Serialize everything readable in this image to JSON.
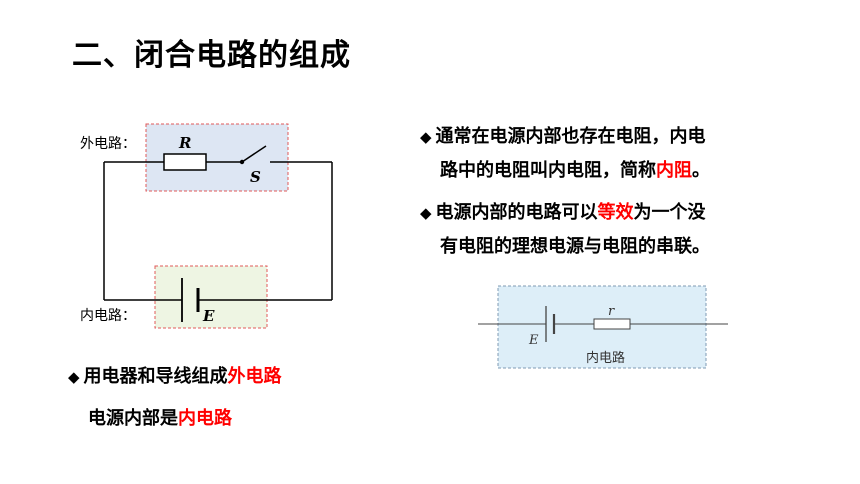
{
  "title": "二、闭合电路的组成",
  "circuit1": {
    "outer_label": "外电路：",
    "inner_label": "内电路：",
    "resistor": "R",
    "switch": "S",
    "emf": "E"
  },
  "circuit2": {
    "emf": "E",
    "resistor": "r",
    "caption": "内电路"
  },
  "bullet_marker": "◆",
  "left_bullets": {
    "b1_text": "用电器和导线组成",
    "b1_red": "外电路",
    "b2_text": "电源内部是",
    "b2_red": "内电路"
  },
  "right_bullets": {
    "p1_line1": "通常在电源内部也存在电阻，内电",
    "p1_line2": "路中的电阻叫内电阻，简称",
    "p1_red": "内阻",
    "p1_end": "。",
    "p2_pre": "电源内部的电路可以",
    "p2_red": "等效",
    "p2_post": "为一个没",
    "p2_line2": "有电阻的理想电源与电阻的串联。"
  },
  "colors": {
    "outer_box_fill": "#dde6f3",
    "inner_box_fill": "#eef5e3",
    "dashed_border": "#e05a5a",
    "box2_fill": "#ddeef8",
    "box2_border": "#7f9bb3",
    "highlight": "#ff0000"
  }
}
